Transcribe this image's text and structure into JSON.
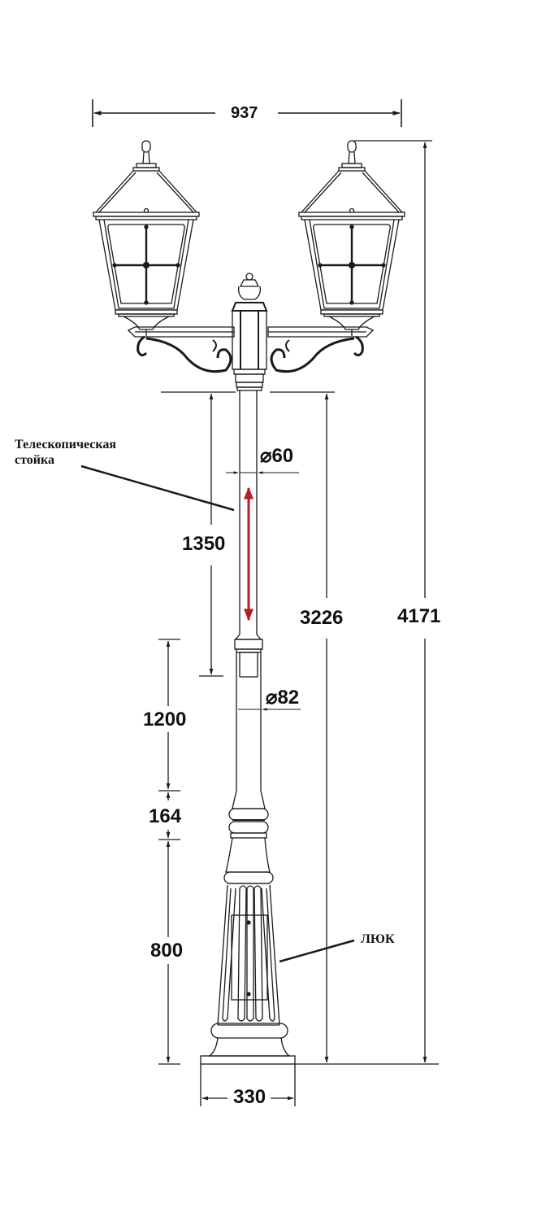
{
  "diagram": {
    "type": "technical-drawing",
    "subject": "two-lantern street lamp post",
    "dimensions": {
      "total_width": "937",
      "total_height": "4171",
      "pole_height": "3226",
      "telescopic_section": "1350",
      "upper_pole_diameter": "⌀60",
      "lower_pole_diameter": "⌀82",
      "lower_pole_length": "1200",
      "collar_height": "164",
      "base_height": "800",
      "base_width": "330"
    },
    "labels": {
      "telescopic_line1": "Телескопическая",
      "telescopic_line2": "стойка",
      "hatch": "ЛЮК"
    },
    "colors": {
      "line": "#1a1a1a",
      "telescopic_arrow": "#b22222",
      "background": "#ffffff"
    }
  }
}
